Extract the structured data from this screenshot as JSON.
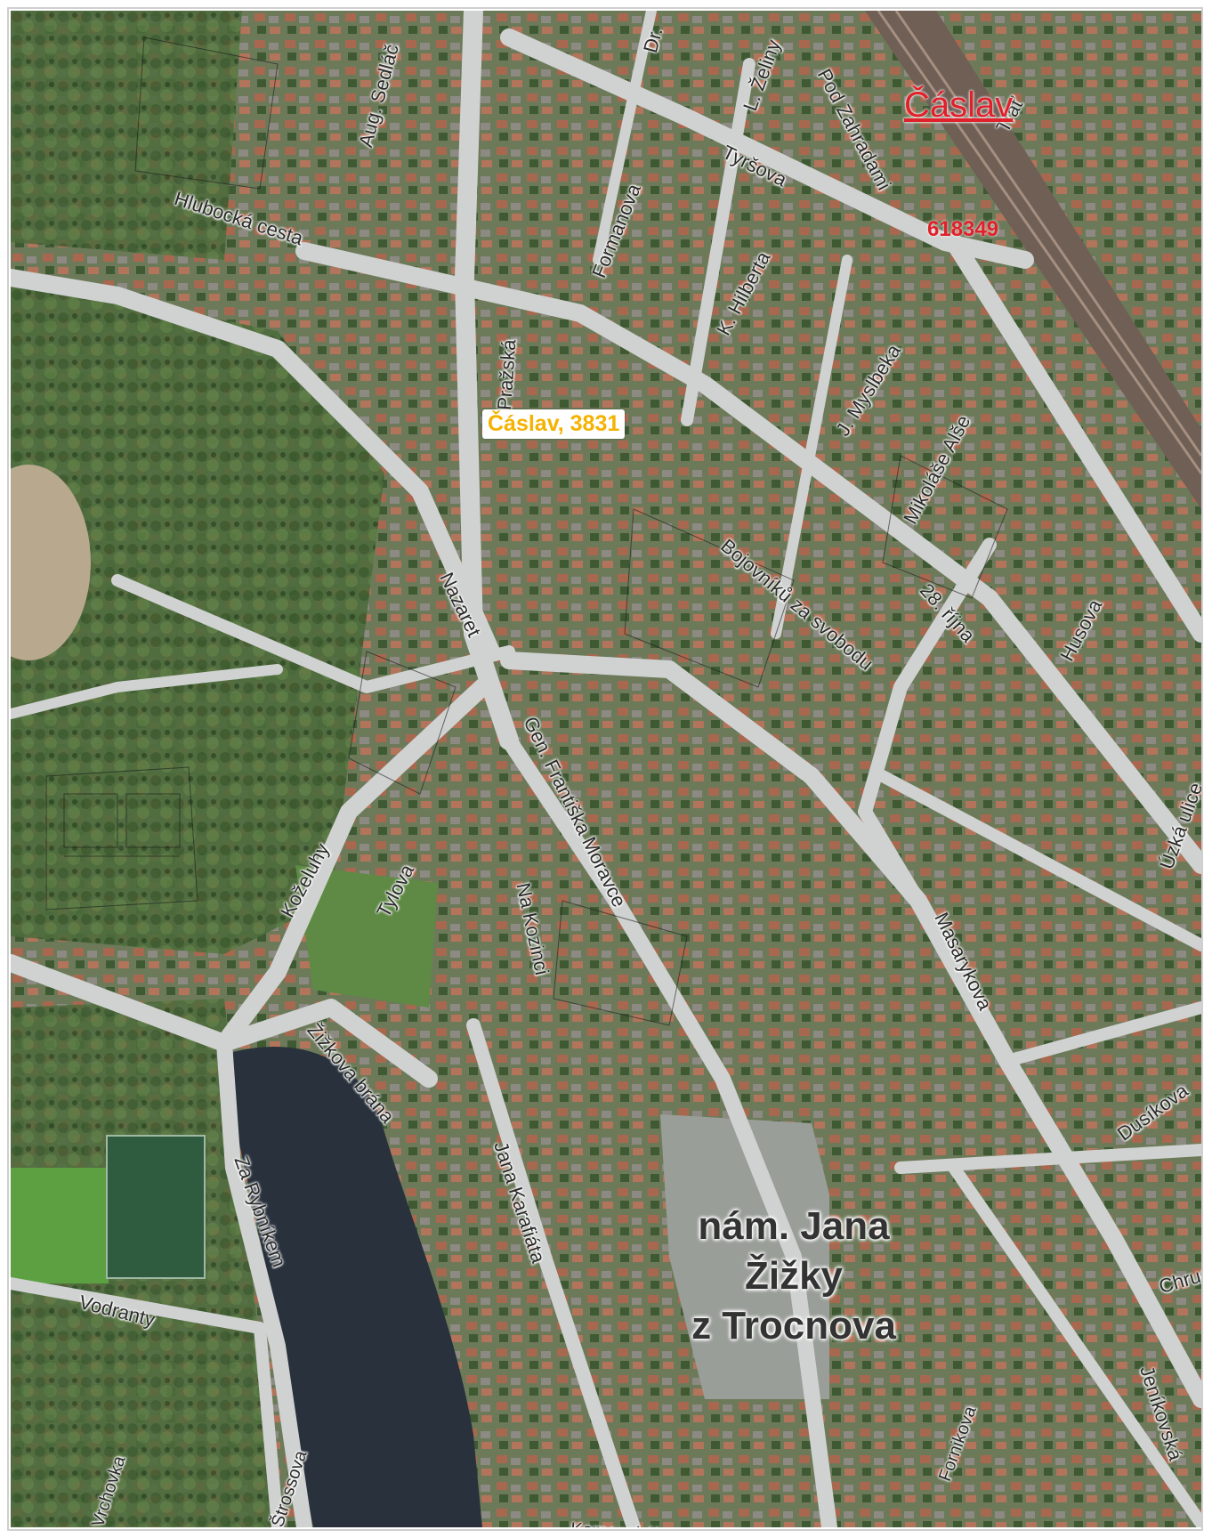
{
  "map": {
    "town_label": "Čáslav",
    "town_label_color": "#e0202a",
    "cadastre_code": "618349",
    "parcel_label": "Čáslav, 3831",
    "parcel_label_color": "#f5b200",
    "square_label_lines": [
      "nám. Jana",
      "Žižky",
      "z Trocnova"
    ],
    "streets": [
      "Aug. Sedláč",
      "Dr.",
      "L. Želiny",
      "Pod Zahradami",
      "Trať",
      "Hlubocká cesta",
      "Tyršova",
      "Formanova",
      "K. Hilberta",
      "Pražská",
      "J. Myslbeka",
      "Mikoláše Alše",
      "Bojovníků za svobodu",
      "28. října",
      "Husova",
      "Nazaret",
      "Gen. Františka Moravce",
      "Koželuhy",
      "Tylova",
      "Na Kozinci",
      "Masarykova",
      "Úzká ulice",
      "Žižkova brána",
      "Dusíkova",
      "Za Rybníkem",
      "Jana Karafiáta",
      "Vodranty",
      "Chrudimská",
      "Jeníkovská",
      "Komenského",
      "Fornikova",
      "Vrchovka",
      "Štrossova"
    ]
  }
}
